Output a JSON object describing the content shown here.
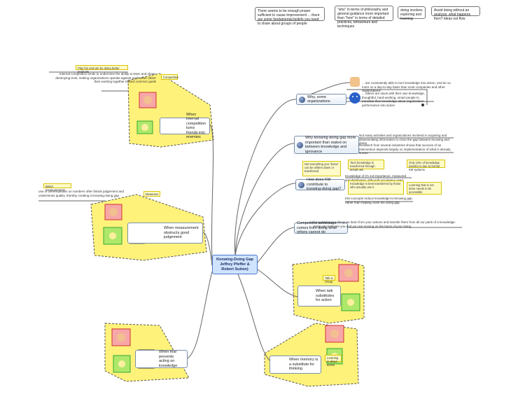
{
  "center": {
    "line1": "Knowing-Doing Gap",
    "line2": "Jeffrey Pfeffer &",
    "line3": "Robert Sutton)"
  },
  "top_notes": [
    "There seems to be enough proper sufficient to cause improvement ... there are some fundamental beliefs you need to share about groups of people",
    "\"why\" in terms of philosophy and general guidance more important than \"how\" in terms of detailed practices, behaviours and techniques",
    "doing involves exploring and learning",
    "Avoid doing without an analysis: what happens then? ideas out flow"
  ],
  "topics_right": [
    {
      "label": "Why, some organizations"
    },
    {
      "label": "Why knowing doing gap more important than stated on between knowledge and ignorance"
    },
    {
      "label": "How does KM contribute to knowing-doing gap?"
    },
    {
      "label": "Competitive advantage comes from doing what others cannot do"
    },
    {
      "label": "When talk substitutes for action"
    },
    {
      "label": "When memory is a substitute for thinking"
    }
  ],
  "topics_left": [
    {
      "label": "When internal competition turns friends into enemies"
    },
    {
      "label": "When measurement obstructs good judgement"
    },
    {
      "label": "When fear prevents acting on knowledge"
    }
  ],
  "right_notes": {
    "why_orgs_a": "... are consistently able to turn knowledge into action, and do so more on a day-to-day basis than most companies and other organizations",
    "why_orgs_b": "... others are stuck with their own knowledge, thoughtful, hard-working, smart people to translate their knowledge about organization performance into action",
    "gap_a": "Not many activities and organizations involved in acquiring and disseminating information to close the gap between knowing and doing",
    "gap_b": "Research from several industries shows that success of an intervention depends largely on implementation of what is already known",
    "km_a": "Knowledge of it's 1st importance, measured and distributed, although not always used",
    "km_b": "KM concepts reduce knowledge-to-knowing gap rather than helping close the doing gap",
    "advantage": "If you and your colleagues learn from your actions and transfer them from all our parts of a knowledge-doing gap between you and you are moving on the basis of your doing"
  },
  "left_notes": {
    "competition_head": "Play fair and win by doing better products",
    "competition": "Internal competition tends to undermine the ability to learn and share, destroying trust, making organizations operate against each other rather than working together toward common goals",
    "measurement_head": "Better measurements",
    "measurement": "use of overemphasis on numbers often blinds judgement and undermines quality, thereby creating a knowing-doing gap"
  },
  "yellow_notes": {
    "km_1": "Not everything you \"know\" can be written down or transferred",
    "km_2": "Tacit knowledge is transferred through actual use",
    "km_3": "Only 10% of knowledge transfer is due to formal KM systems",
    "km_4": "Knowledge is best transferred by those who actually use it",
    "km_5": "Learning that is not done needs to be accessible",
    "talk": "Talk is cheap",
    "memory": "Learning is about action",
    "competition_small": "Competition",
    "measure_small": "Measures"
  }
}
